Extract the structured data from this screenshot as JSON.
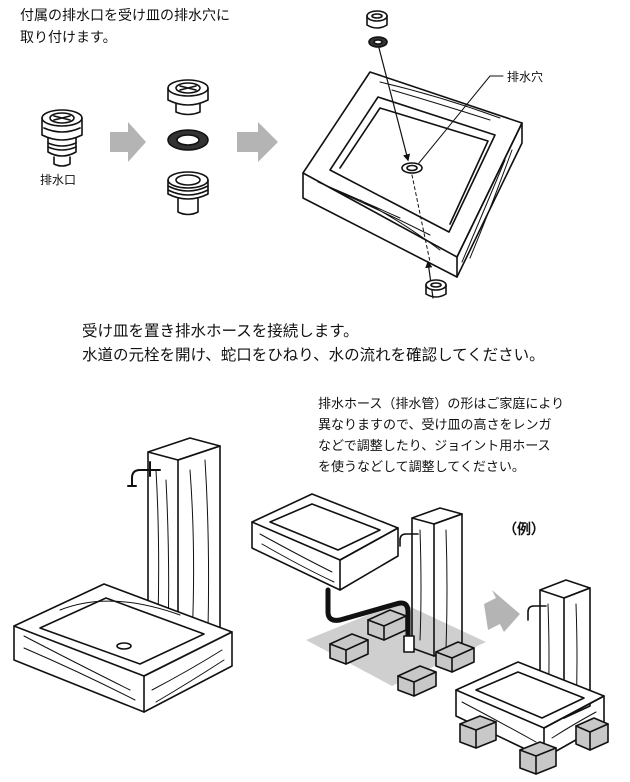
{
  "step1": {
    "line1": "付属の排水口を受け皿の排水穴に",
    "line2": "取り付けます。"
  },
  "labels": {
    "drain_outlet": "排水口",
    "drain_hole": "排水穴",
    "example": "（例）"
  },
  "step2": {
    "line1": "受け皿を置き排水ホースを接続します。",
    "line2": "水道の元栓を開け、蛇口をひねり、水の流れを確認してください。"
  },
  "note": {
    "line1": "排水ホース（排水管）の形はご家庭により",
    "line2": "異なりますので、受け皿の高さをレンガ",
    "line3": "などで調整したり、ジョイント用ホース",
    "line4": "を使うなどして調整してください。"
  },
  "colors": {
    "ink": "#111111",
    "arrow_fill": "#b4b4b4",
    "shadow": "#cfcfcf",
    "brick": "#c8c8c8"
  }
}
